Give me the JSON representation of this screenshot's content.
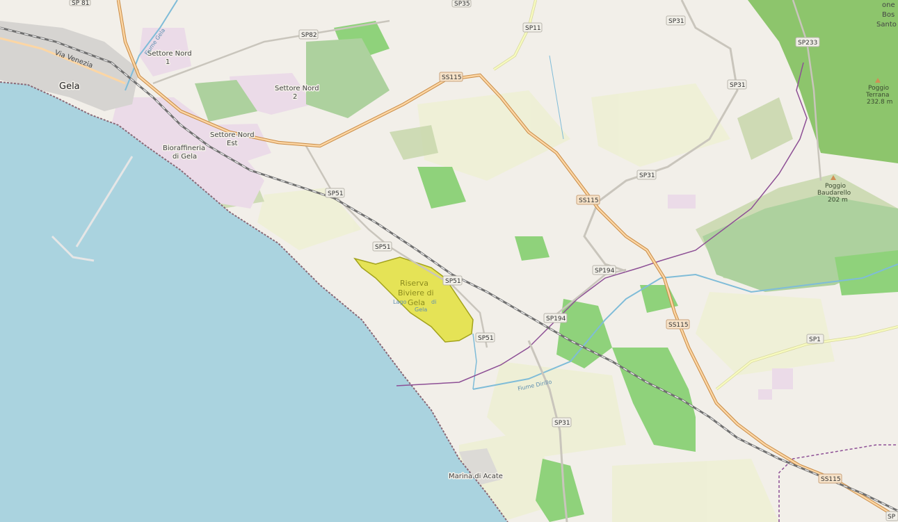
{
  "map": {
    "colors": {
      "land": "#f2efe9",
      "sea": "#aad3df",
      "coast": "#8a6a78",
      "forest": "#8dc56c",
      "wood": "#add19e",
      "farmland": "#eef0d5",
      "scrub": "#c8d7ab",
      "industrial": "#ebdbe8",
      "urban": "#dcdcdc",
      "reserve": "#e3e13c",
      "primary_road": "#fcd6a4",
      "primary_road_case": "#c88a44",
      "secondary_road": "#f7fabf",
      "river": "#aad3df",
      "railway": "#707070",
      "admin_border": "#8d4f95"
    },
    "places": {
      "gela": "Gela",
      "settore_nord_1_l1": "Settore Nord",
      "settore_nord_1_l2": "1",
      "settore_nord_2_l1": "Settore Nord",
      "settore_nord_2_l2": "2",
      "settore_nord_est_l1": "Settore Nord",
      "settore_nord_est_l2": "Est",
      "bioraffineria_l1": "Bioraffineria",
      "bioraffineria_l2": "di Gela",
      "marina_di_acate": "Marina di Acate",
      "bosco_l1": "Bos",
      "bosco_l2": "Santo",
      "top_right_partial": "one"
    },
    "reserve": {
      "l1": "Riserva",
      "l2": "Biviere di",
      "l3": "Gela",
      "lake_l1": "Lago",
      "lake_l2": "di",
      "lake_l3": "Gela"
    },
    "peaks": {
      "terrana_name_l1": "Poggio",
      "terrana_name_l2": "Terrana",
      "terrana_elev": "232.8 m",
      "baudarello_name_l1": "Poggio",
      "baudarello_name_l2": "Baudarello",
      "baudarello_elev": "202 m"
    },
    "water": {
      "fiume_dirillo": "Fiume Dirillo",
      "fiume_gela": "Fiume Gela"
    },
    "streets": {
      "via_venezia": "Via Venezia"
    },
    "roads": {
      "sp82": "SP82",
      "sp11": "SP11",
      "sp35": "SP35",
      "sp31_top": "SP31",
      "sp233": "SP233",
      "sp31_a": "SP31",
      "sp31_b": "SP31",
      "sp31_c": "SP31",
      "ss115_a": "SS115",
      "ss115_b": "SS115",
      "ss115_c": "SS115",
      "ss115_d": "SS115",
      "sp51_a": "SP51",
      "sp51_b": "SP51",
      "sp51_c": "SP51",
      "sp51_d": "SP51",
      "sp194_a": "SP194",
      "sp194_b": "SP194",
      "sp1": "SP1",
      "sp81_partial": "SP 81",
      "sp_edge": "SP"
    }
  }
}
